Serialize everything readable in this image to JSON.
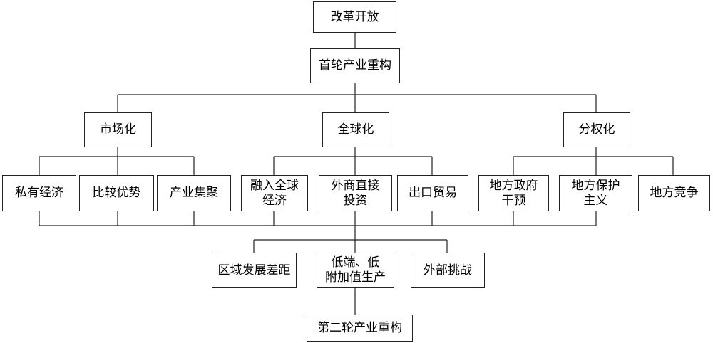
{
  "nodes": {
    "reform_opening": "改革开放",
    "first_restructuring": "首轮产业重构",
    "marketization": "市场化",
    "globalization": "全球化",
    "decentralization": "分权化",
    "private_economy": "私有经济",
    "comparative_advantage": "比较优势",
    "industrial_clustering": "产业集聚",
    "integrate_global_economy": "融入全球\n经济",
    "fdi": "外商直接\n投资",
    "export_trade": "出口贸易",
    "local_gov_intervention": "地方政府\n干预",
    "local_protectionism": "地方保护\n主义",
    "local_competition": "地方竞争",
    "regional_gap": "区域发展差距",
    "low_end_low_value": "低端、低\n附加值生产",
    "external_challenges": "外部挑战",
    "second_restructuring": "第二轮产业重构"
  },
  "colors": {
    "line": "#222222",
    "border": "#222222",
    "background": "#ffffff"
  }
}
